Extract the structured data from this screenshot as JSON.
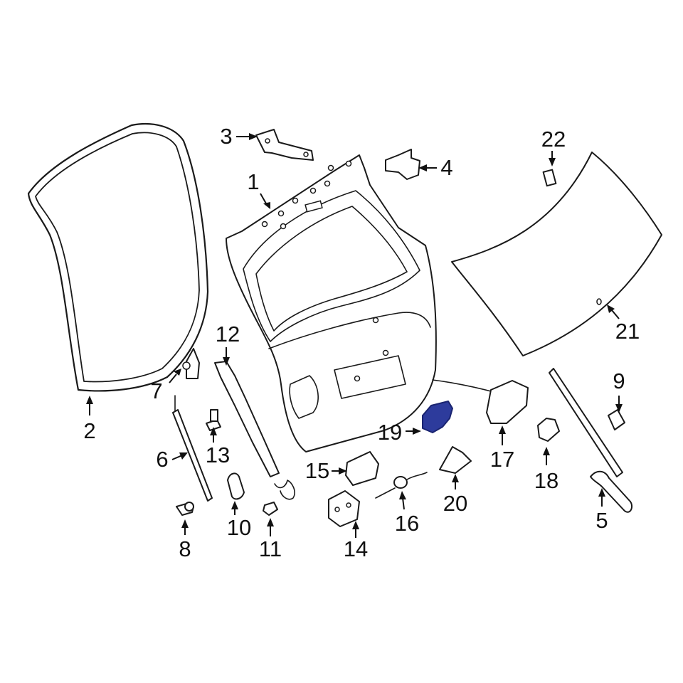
{
  "diagram": {
    "highlight_color": "#2d3b9c",
    "line_color": "#1a1a1a",
    "highlighted_part": "19",
    "callouts": {
      "c1": "1",
      "c2": "2",
      "c3": "3",
      "c4": "4",
      "c5": "5",
      "c6": "6",
      "c7": "7",
      "c8": "8",
      "c9": "9",
      "c10": "10",
      "c11": "11",
      "c12": "12",
      "c13": "13",
      "c14": "14",
      "c15": "15",
      "c16": "16",
      "c17": "17",
      "c18": "18",
      "c19": "19",
      "c20": "20",
      "c21": "21",
      "c22": "22"
    }
  }
}
